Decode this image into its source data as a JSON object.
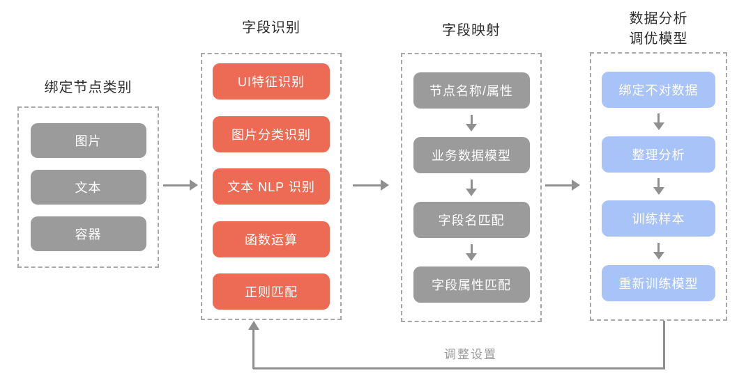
{
  "diagram": {
    "columns": [
      {
        "id": "bind-node-category",
        "title_lines": [
          "绑定节点类别"
        ],
        "items": [
          "图片",
          "文本",
          "容器"
        ],
        "item_color": "#9b9b9b",
        "arrows_between": false
      },
      {
        "id": "field-recognition",
        "title_lines": [
          "字段识别"
        ],
        "items": [
          "UI特征识别",
          "图片分类识别",
          "文本 NLP 识别",
          "函数运算",
          "正则匹配"
        ],
        "item_color": "#ed6b55",
        "arrows_between": false
      },
      {
        "id": "field-mapping",
        "title_lines": [
          "字段映射"
        ],
        "items": [
          "节点名称/属性",
          "业务数据模型",
          "字段名匹配",
          "字段属性匹配"
        ],
        "item_color": "#9b9b9b",
        "arrows_between": true
      },
      {
        "id": "data-analysis-tuning",
        "title_lines": [
          "数据分析",
          "调优模型"
        ],
        "items": [
          "绑定不对数据",
          "整理分析",
          "训练样本",
          "重新训练模型"
        ],
        "item_color": "#a8c3f7",
        "arrows_between": true
      }
    ],
    "feedback_label": "调整设置",
    "colors": {
      "gray_item": "#9b9b9b",
      "red_item": "#ed6b55",
      "blue_item": "#a8c3f7",
      "arrow": "#909090",
      "dashed_border": "#a8a8a8",
      "title_text": "#2f2f2f",
      "label_text": "#9b9b9b"
    }
  }
}
